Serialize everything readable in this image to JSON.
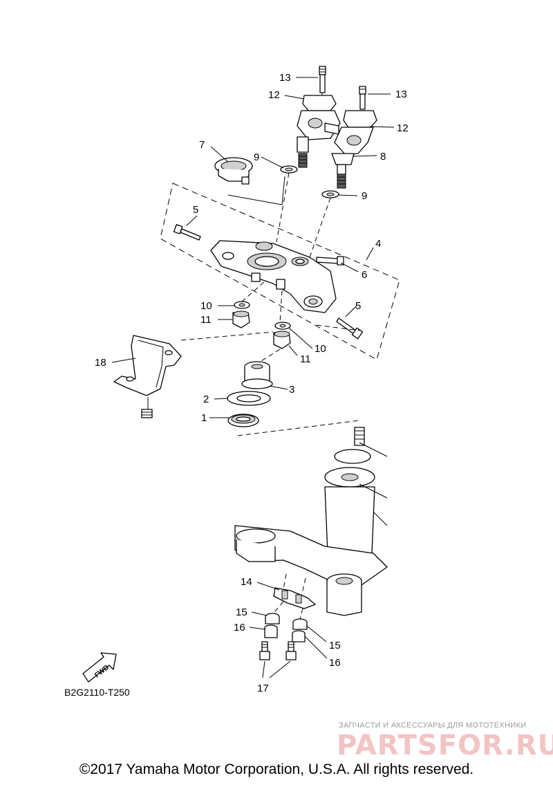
{
  "diagram": {
    "callouts": {
      "c1": "1",
      "c2": "2",
      "c3": "3",
      "c4": "4",
      "c5a": "5",
      "c5b": "5",
      "c6": "6",
      "c7": "7",
      "c8": "8",
      "c9a": "9",
      "c9b": "9",
      "c10a": "10",
      "c10b": "10",
      "c11a": "11",
      "c11b": "11",
      "c12a": "12",
      "c12b": "12",
      "c13a": "13",
      "c13b": "13",
      "c14": "14",
      "c15a": "15",
      "c15b": "15",
      "c16a": "16",
      "c16b": "16",
      "c17": "17",
      "c18": "18"
    },
    "fwd_label": "FWD",
    "code": "B2G2110-T250"
  },
  "watermark": {
    "tagline": "ЗАПЧАСТИ И АКСЕССУАРЫ ДЛЯ МОТОТЕХНИКИ",
    "logo": "PARTSFOR.RU"
  },
  "copyright": "©2017 Yamaha Motor Corporation, U.S.A. All rights reserved."
}
